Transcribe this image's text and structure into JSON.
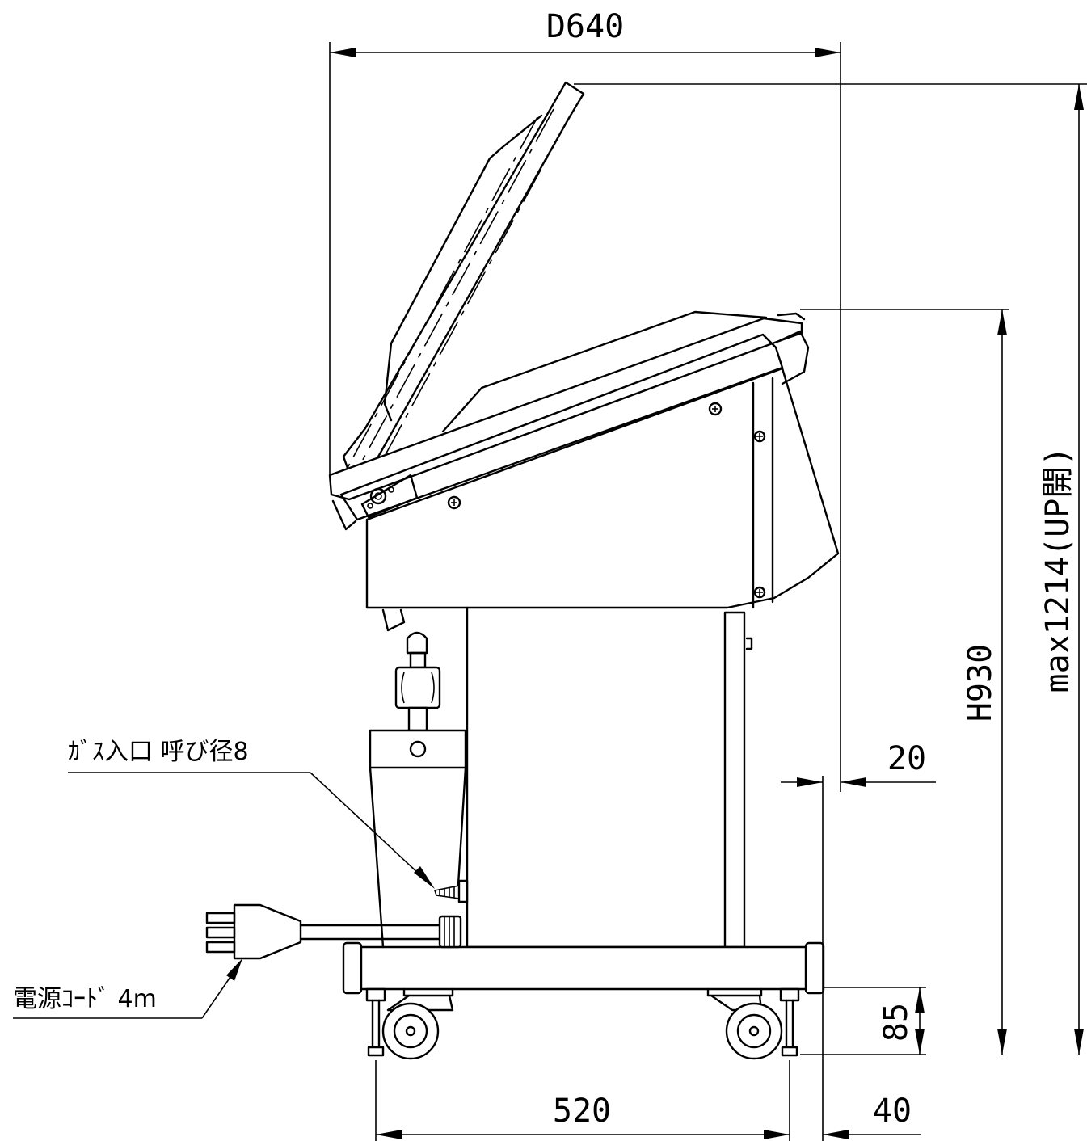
{
  "dimensions": {
    "depth": "D640",
    "height": "H930",
    "max_height": "max1214(UP開)",
    "offset_top": "20",
    "caster_height": "85",
    "caster_pitch": "520",
    "caster_offset": "40"
  },
  "callouts": {
    "gas_inlet": "ｶﾞｽ入口 呼び径8",
    "power_cord": "電源ｺｰﾄﾞ 4m"
  }
}
